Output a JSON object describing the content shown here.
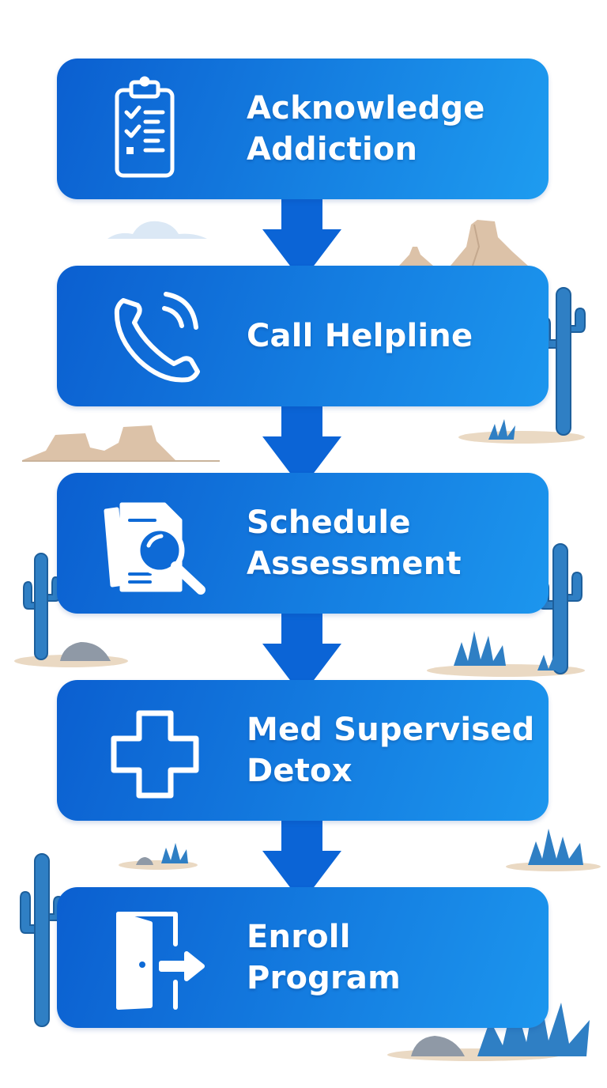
{
  "diagram": {
    "type": "vertical-flowchart",
    "colors": {
      "box_gradient_start": "#0b5fd0",
      "box_gradient_end": "#1e9cf0",
      "arrow": "#0b64d6",
      "cactus": "#2f7fc4",
      "mesa": "#dcc2a8",
      "ground": "#ead9c3",
      "rock": "#8f99a6",
      "cloud": "#dbe8f5"
    },
    "steps": [
      {
        "id": "acknowledge",
        "icon": "clipboard-checklist-icon",
        "lines": [
          "Acknowledge",
          "Addiction"
        ]
      },
      {
        "id": "call",
        "icon": "phone-icon",
        "lines": [
          "Call Helpline"
        ]
      },
      {
        "id": "schedule",
        "icon": "document-magnifier-icon",
        "lines": [
          "Schedule",
          "Assessment"
        ]
      },
      {
        "id": "detox",
        "icon": "medical-cross-icon",
        "lines": [
          "Med Supervised",
          "Detox"
        ]
      },
      {
        "id": "enroll",
        "icon": "door-exit-icon",
        "lines": [
          "Enroll",
          "Program"
        ]
      }
    ],
    "connections": [
      {
        "from": "acknowledge",
        "to": "call"
      },
      {
        "from": "call",
        "to": "schedule"
      },
      {
        "from": "schedule",
        "to": "detox"
      },
      {
        "from": "detox",
        "to": "enroll"
      }
    ]
  }
}
